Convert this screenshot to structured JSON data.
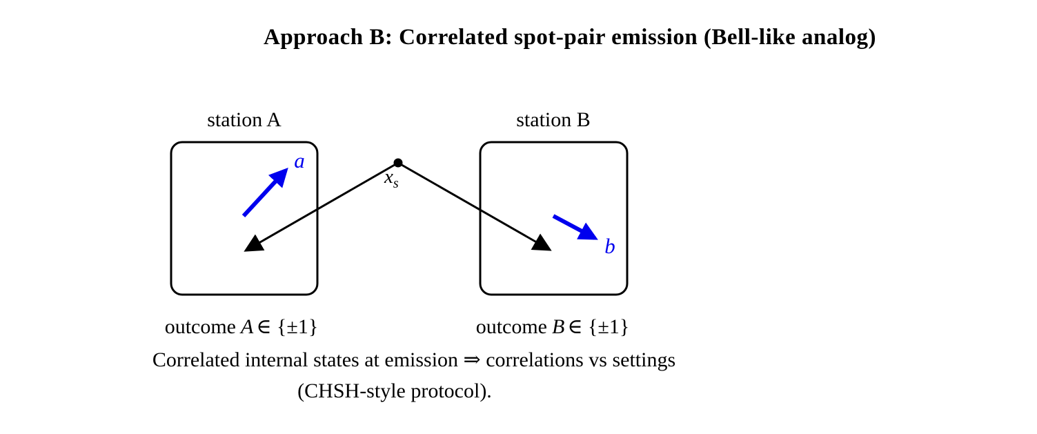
{
  "title": "Approach B: Correlated spot-pair emission (Bell-like analog)",
  "station_a": {
    "label": "station A",
    "setting_label": "a",
    "outcome_prefix": "outcome",
    "outcome_var": "A",
    "outcome_suffix": "∈ {±1}"
  },
  "station_b": {
    "label": "station B",
    "setting_label": "b",
    "outcome_prefix": "outcome",
    "outcome_var": "B",
    "outcome_suffix": "∈ {±1}"
  },
  "source": {
    "label_var": "x",
    "label_sub": "s"
  },
  "caption": {
    "line1": "Correlated internal states at emission ⇒ correlations vs settings",
    "line2": "(CHSH-style protocol)."
  },
  "colors": {
    "ink": "#000000",
    "setting_arrow": "#0000ee",
    "background": "#ffffff"
  }
}
